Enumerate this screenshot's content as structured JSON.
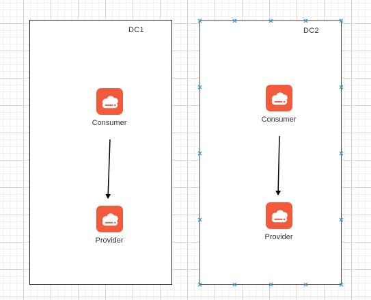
{
  "containers": [
    {
      "id": "dc1",
      "label": "DC1"
    },
    {
      "id": "dc2",
      "label": "DC2"
    }
  ],
  "nodes": {
    "dc1_consumer": {
      "label": "Consumer",
      "icon": "server-cloud-icon"
    },
    "dc1_provider": {
      "label": "Provider",
      "icon": "server-cloud-icon"
    },
    "dc2_consumer": {
      "label": "Consumer",
      "icon": "server-cloud-icon"
    },
    "dc2_provider": {
      "label": "Provider",
      "icon": "server-cloud-icon"
    }
  },
  "edges": [
    {
      "from": "dc1_consumer",
      "to": "dc1_provider"
    },
    {
      "from": "dc2_consumer",
      "to": "dc2_provider"
    }
  ],
  "colors": {
    "icon_fill": "#f25a3c",
    "edge": "#000000",
    "selection_handle": "#3c9fd6"
  }
}
